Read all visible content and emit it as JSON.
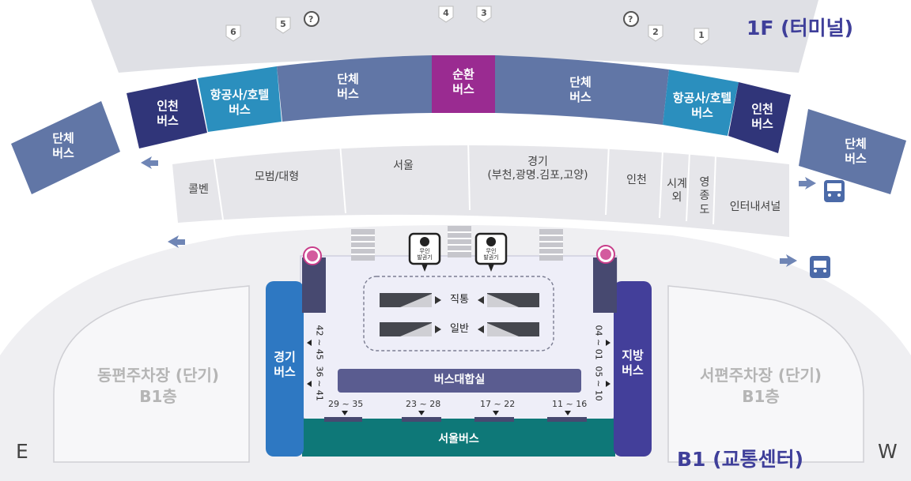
{
  "titles": {
    "floor_1f": "1F (터미널)",
    "floor_b1": "B1 (교통센터)"
  },
  "directions": {
    "east": "E",
    "west": "W"
  },
  "doors": [
    "6",
    "5",
    "4",
    "3",
    "2",
    "1"
  ],
  "curb_zones": {
    "far_left": [
      "단체",
      "버스"
    ],
    "incheon_left": [
      "인천",
      "버스"
    ],
    "airline_hotel_left": [
      "항공사/호텔",
      "버스"
    ],
    "group_left": [
      "단체",
      "버스"
    ],
    "circulation": [
      "순환",
      "버스"
    ],
    "group_right": [
      "단체",
      "버스"
    ],
    "airline_hotel_right": [
      "항공사/호텔",
      "버스"
    ],
    "incheon_right": [
      "인천",
      "버스"
    ],
    "far_right": [
      "단체",
      "버스"
    ]
  },
  "stops": {
    "colbenn": "콜벤",
    "limousine": "모범/대형",
    "seoul": "서울",
    "gyeonggi": [
      "경기",
      "(부천,광명.김포,고양)"
    ],
    "incheon": "인천",
    "outskirts": [
      "시계",
      "외"
    ],
    "yeongjong": [
      "영",
      "종",
      "도"
    ],
    "international": "인터내셔널"
  },
  "transit_icons": {
    "bus_label": "BUS",
    "taxi_label": "TAXI"
  },
  "kiosk": {
    "label": [
      "무인",
      "발권기"
    ]
  },
  "center": {
    "express": "직통",
    "general": "일반",
    "waiting_room": "버스대합실",
    "seoul_bus": "서울버스",
    "gyeonggi_bus": [
      "경기",
      "버스"
    ],
    "regional_bus": [
      "지방",
      "버스"
    ],
    "gates_left_top": "42 ~ 45",
    "gates_left_bottom": "36 ~ 41",
    "gates_right_top": "04 ~ 01",
    "gates_right_bottom": "05 ~ 10",
    "bottom_gates": [
      "29 ~ 35",
      "23 ~ 28",
      "17 ~ 22",
      "11 ~ 16"
    ]
  },
  "parking": {
    "east": [
      "동편주차장 (단기)",
      "B1층"
    ],
    "west": [
      "서편주차장 (단기)",
      "B1층"
    ]
  },
  "colors": {
    "navy": "#303579",
    "teal": "#2b8fbe",
    "slate": "#6176a6",
    "purple": "#9a2b91",
    "blue": "#2e78c2",
    "violet": "#433f9a",
    "green": "#0e7878",
    "title": "#3f3f9a"
  }
}
